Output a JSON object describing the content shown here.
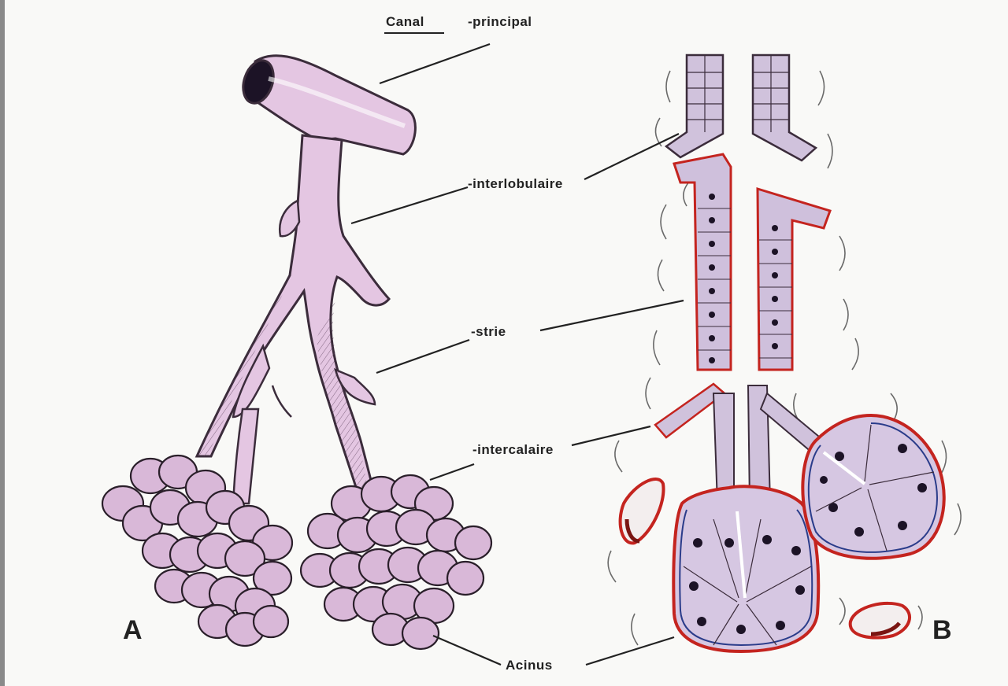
{
  "labels": {
    "canal": "Canal",
    "principal": "-principal",
    "interlobulaire": "-interlobulaire",
    "strie": "-strie",
    "intercalaire": "-intercalaire",
    "acinus": "Acinus",
    "panel_a": "A",
    "panel_b": "B"
  },
  "colors": {
    "duct_fill": "#e4c6e2",
    "duct_stroke": "#3b2c3b",
    "acinus_fill": "#d9b8d8",
    "epithelium_fill": "#cfc0dc",
    "nucleus": "#1c1326",
    "basal_membrane": "#c4241f",
    "connective": "#3b3b3b",
    "leader_line": "#222222"
  }
}
